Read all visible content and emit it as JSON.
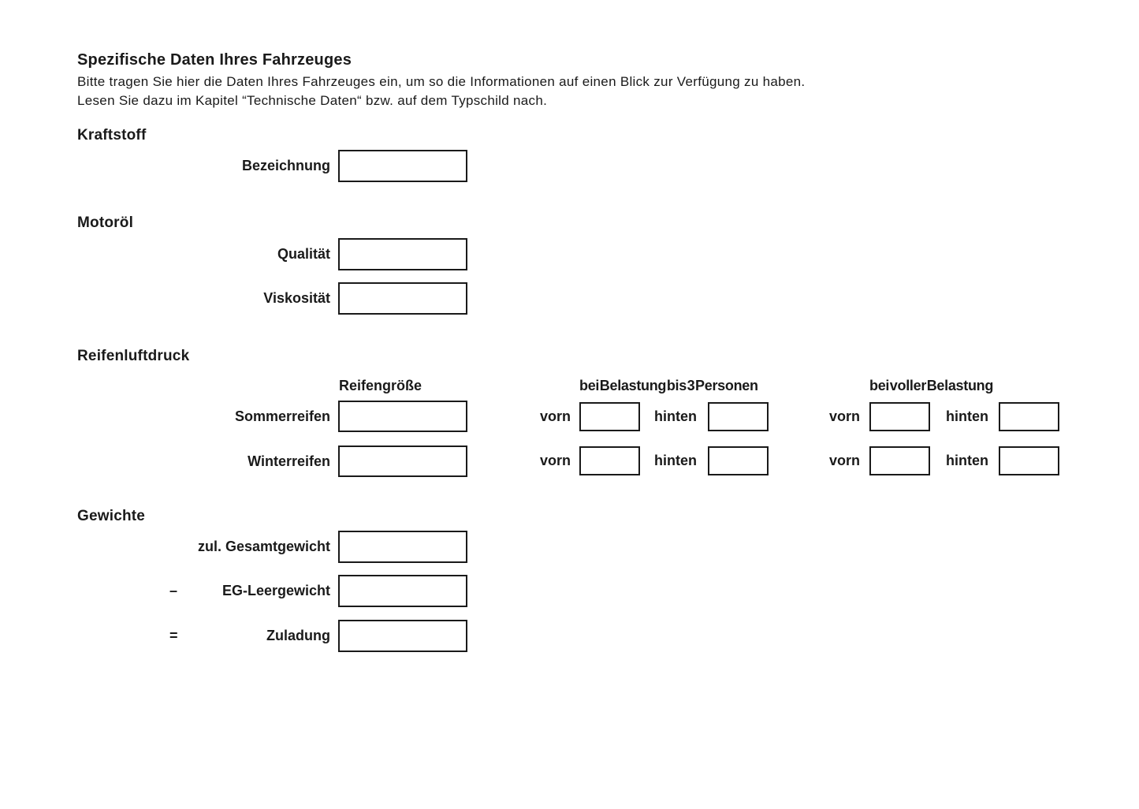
{
  "colors": {
    "background": "#ffffff",
    "text": "#1a1a1a",
    "box_border": "#1a1a1a"
  },
  "page": {
    "title": "Spezifische Daten Ihres Fahrzeuges",
    "intro_line1": "Bitte tragen Sie hier die Daten Ihres Fahrzeuges ein, um so die Informationen auf einen Blick zur Verfügung zu haben.",
    "intro_line2": "Lesen Sie dazu im Kapitel “Technische Daten“ bzw. auf dem Typschild nach."
  },
  "sections": {
    "kraftstoff": {
      "heading": "Kraftstoff",
      "fields": [
        {
          "label": "Bezeichnung",
          "value": ""
        }
      ]
    },
    "motoroel": {
      "heading": "Motoröl",
      "fields": [
        {
          "label": "Qualität",
          "value": ""
        },
        {
          "label": "Viskosität",
          "value": ""
        }
      ]
    },
    "reifenluftdruck": {
      "heading": "Reifenluftdruck",
      "col_size": "Reifengröße",
      "col_partial_load": "bei Belastung bis 3 Personen",
      "col_full_load": "bei voller Belastung",
      "front_label": "vorn",
      "rear_label": "hinten",
      "rows": [
        {
          "label": "Sommerreifen",
          "size": "",
          "partial_front": "",
          "partial_rear": "",
          "full_front": "",
          "full_rear": ""
        },
        {
          "label": "Winterreifen",
          "size": "",
          "partial_front": "",
          "partial_rear": "",
          "full_front": "",
          "full_rear": ""
        }
      ]
    },
    "gewichte": {
      "heading": "Gewichte",
      "rows": [
        {
          "operator": "",
          "label": "zul. Gesamtgewicht",
          "value": ""
        },
        {
          "operator": "–",
          "label": "EG-Leergewicht",
          "value": ""
        },
        {
          "operator": "=",
          "label": "Zuladung",
          "value": ""
        }
      ]
    }
  }
}
